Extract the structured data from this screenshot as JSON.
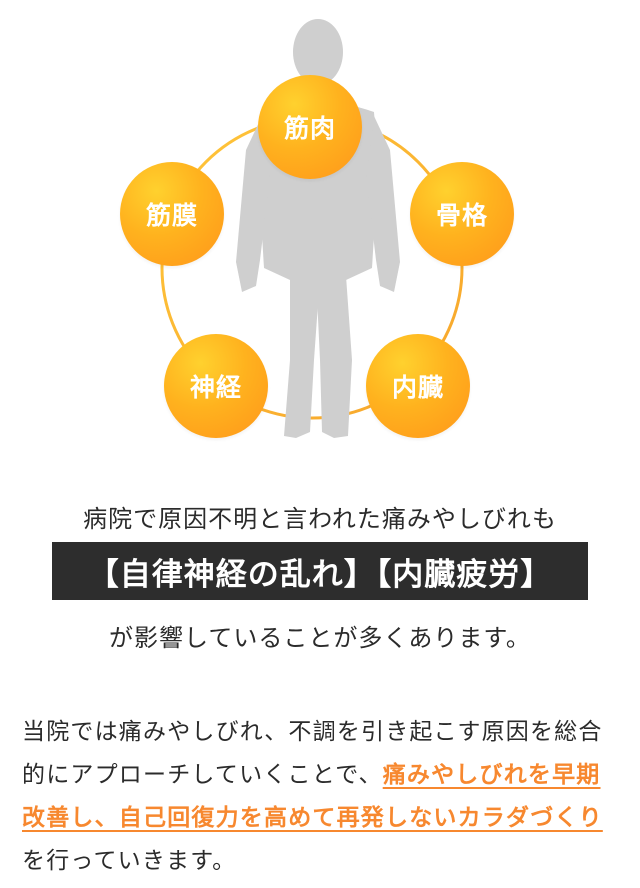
{
  "diagram": {
    "nodes": {
      "muscle": "筋肉",
      "fascia": "筋膜",
      "skeleton": "骨格",
      "nerve": "神経",
      "organ": "内臓"
    },
    "colors": {
      "node_start": "#ffd12e",
      "node_end": "#ff961a",
      "ring": "#f7b52b",
      "silhouette": "#cfcfcf"
    },
    "figure_icon": "human-body-silhouette-icon"
  },
  "lead": {
    "line1": "病院で原因不明と言われた痛みやしびれも",
    "highlight": "【自律神経の乱れ】【内臓疲労】",
    "line3": "が影響していることが多くあります。"
  },
  "body": {
    "part1": "当院では痛みやしびれ、不調を引き起こす原因を総合的にアプローチしていくことで、",
    "emphasis": "痛みやしびれを早期改善し、自己回復力を高めて再発しないカラダづくり",
    "part2": "を行っていきます。"
  },
  "colors": {
    "accent": "#f7882f",
    "text": "#2b2b2b",
    "box": "#2d2d2d"
  }
}
